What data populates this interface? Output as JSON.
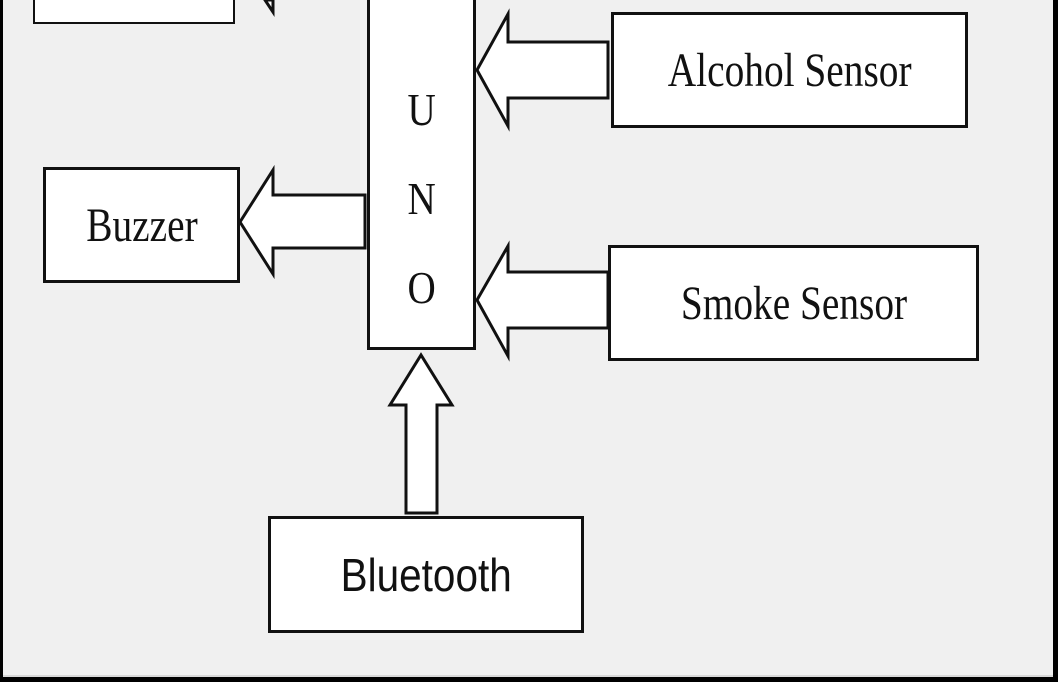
{
  "diagram": {
    "controller": {
      "letters": [
        "U",
        "N",
        "O"
      ]
    },
    "blocks": {
      "alcohol_sensor": "Alcohol Sensor",
      "smoke_sensor": "Smoke Sensor",
      "buzzer": "Buzzer",
      "bluetooth": "Bluetooth"
    },
    "colors": {
      "background": "#f0f0f0",
      "block_fill": "#ffffff",
      "stroke": "#111111",
      "frame": "#000000"
    }
  }
}
